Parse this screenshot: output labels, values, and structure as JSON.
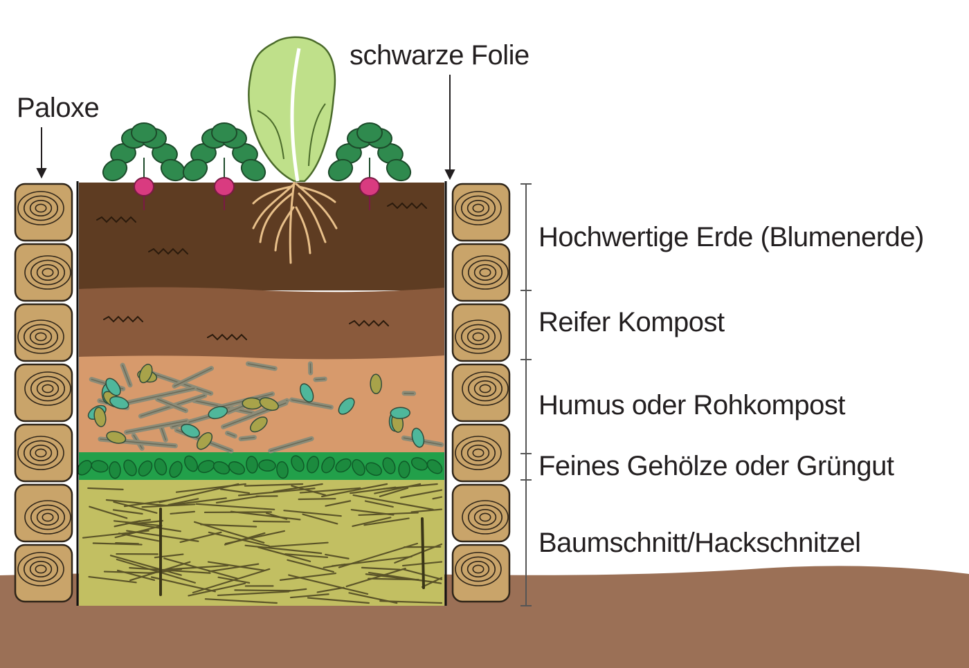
{
  "labels": {
    "paloxe": "Paloxe",
    "schwarze_folie": "schwarze Folie"
  },
  "layers": [
    {
      "label": "Hochwertige Erde (Blumenerde)",
      "color": "#5e3c22"
    },
    {
      "label": "Reifer Kompost",
      "color": "#8a5a3c"
    },
    {
      "label": "Humus oder Rohkompost",
      "color": "#d79a6c"
    },
    {
      "label": "Feines Gehölze oder Grüngut",
      "color": "#22a04a"
    },
    {
      "label": "Baumschnitt/Hackschnitzel",
      "color": "#c2bf62"
    }
  ],
  "colors": {
    "ground": "#9b7056",
    "wood": "#c9a46a",
    "wood_line": "#2e2418",
    "foil": "#111111",
    "radish": "#d93b80",
    "leaf": "#2f8a4e",
    "lettuce": "#bfe08a",
    "leaf_teal": "#4fb79b",
    "leaf_olive": "#a8a34a",
    "branch": "#8c8c78"
  },
  "icons": [
    "radish-icon",
    "lettuce-icon",
    "wood-block-icon",
    "arrow-down-icon"
  ]
}
